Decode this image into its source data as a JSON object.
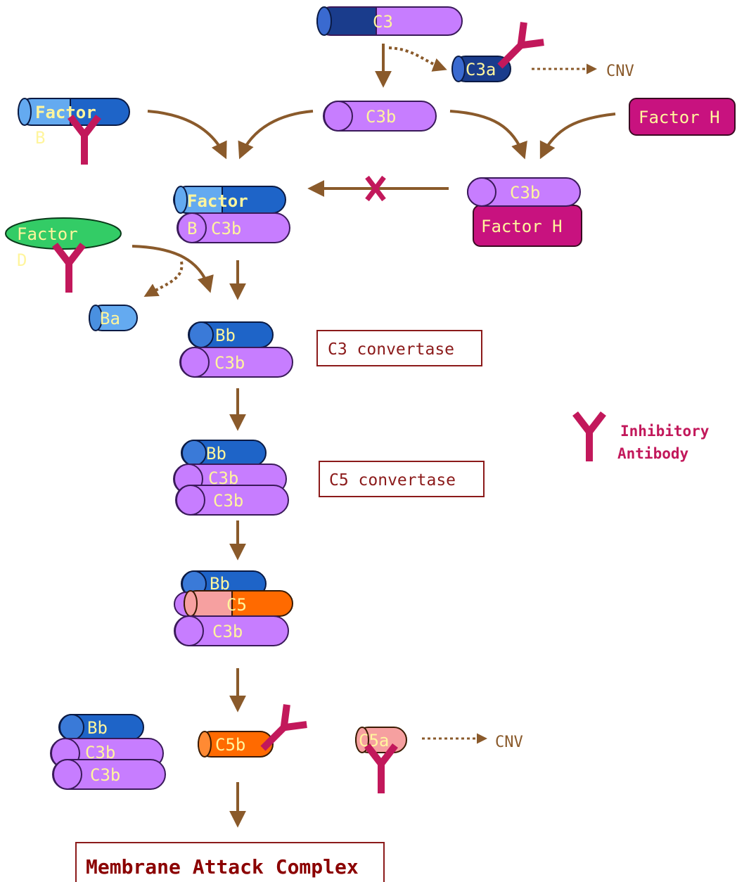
{
  "molecules": {
    "c3": "C3",
    "c3a": "C3a",
    "c3b_top": "C3b",
    "factor_b_top": "Factor",
    "factor_b_top_suffix": "B",
    "factor_h_free": "Factor H",
    "c3b_with_h": "C3b",
    "factor_h_bound": "Factor H",
    "factor_b_complex": "Factor",
    "b_complex": "B",
    "c3b_complex": "C3b",
    "factor_d": "Factor",
    "factor_d_suffix": "D",
    "ba": "Ba",
    "bb_c3conv": "Bb",
    "c3b_c3conv": "C3b",
    "bb_c5conv": "Bb",
    "c3b_c5conv_1": "C3b",
    "c3b_c5conv_2": "C3b",
    "bb_c5bound": "Bb",
    "c5": "C5",
    "c3b_c5bound": "C3b",
    "bb_final": "Bb",
    "c3b_final_1": "C3b",
    "c3b_final_2": "C3b",
    "c5b": "C5b",
    "c5a": "C5a"
  },
  "labels": {
    "cnv_top": "CNV",
    "cnv_bottom": "CNV",
    "c3_convertase": "C3 convertase",
    "c5_convertase": "C5 convertase",
    "membrane_attack_complex": "Membrane Attack Complex",
    "legend_line1": "Inhibitory",
    "legend_line2": "Antibody"
  },
  "icons": {
    "antibody": "antibody-y-icon",
    "block": "x-block-icon",
    "arrow": "arrow-icon"
  },
  "colors": {
    "arrow": "#8a5a2b",
    "c3_purple": "#c77dff",
    "c3_blue": "#1a3c8c",
    "factor_blue": "#1e64c8",
    "factor_light": "#64aaf0",
    "factor_h": "#c8127f",
    "factor_d": "#33cc66",
    "c5_orange": "#ff6a00",
    "c5_pink": "#f6a0a0",
    "antibody": "#c2185b",
    "box_border": "#8b1a1a"
  }
}
